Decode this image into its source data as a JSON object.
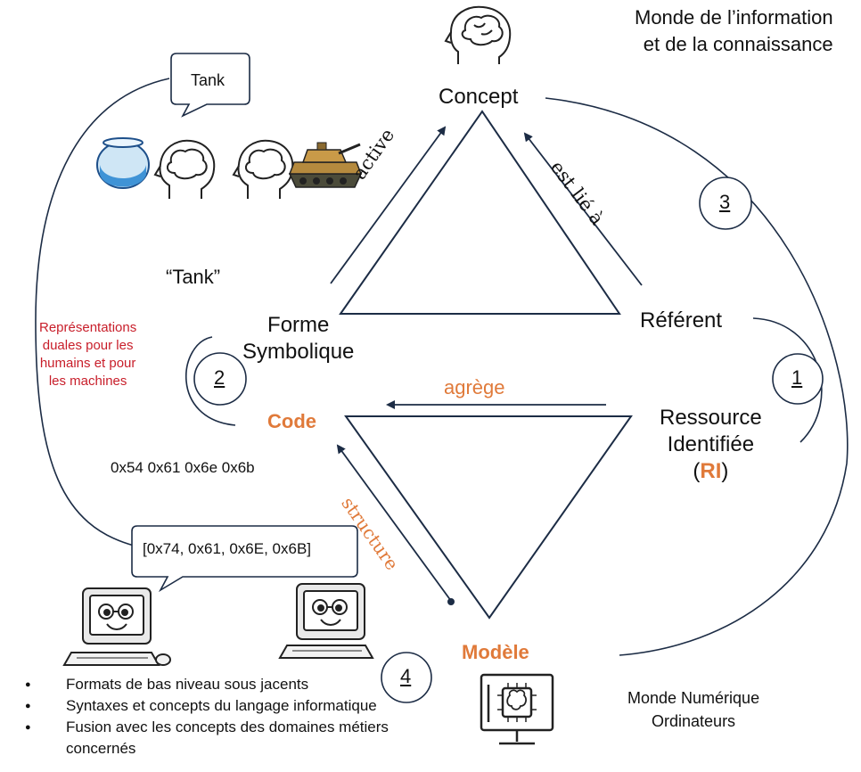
{
  "world_info": [
    "Monde de l’information",
    "et de la connaissance"
  ],
  "world_digital": [
    "Monde Numérique",
    "Ordinateurs"
  ],
  "concept": "Concept",
  "forme_symbolique": [
    "Forme",
    "Symbolique"
  ],
  "referent": "Référent",
  "tank_quoted": "“Tank”",
  "tank_bubble": "Tank",
  "hex_bubble": "[0x74, 0x61, 0x6E, 0x6B]",
  "hex_plain": "0x54 0x61 0x6e 0x6b",
  "code": "Code",
  "modele": "Modèle",
  "ressource": [
    "Ressource",
    "Identifiée"
  ],
  "ri": "RI",
  "representations": [
    "Représentations",
    "duales pour les",
    "humains et pour",
    "les machines"
  ],
  "arrow_labels": {
    "active": "active",
    "est_lie_a": "est lié à",
    "agrege": "agrège",
    "structure": "structure"
  },
  "circles": [
    "1",
    "2",
    "3",
    "4"
  ],
  "bullets": [
    "Formats de bas niveau sous jacents",
    "Syntaxes et concepts du langage informatique",
    "Fusion avec les concepts des domaines métiers concernés"
  ],
  "colors": {
    "orange": "#e07a3a",
    "red": "#c81e2a",
    "navy": "#1c2c45"
  },
  "icons": [
    "head-brain-icon",
    "fishbowl-icon",
    "tank-icon",
    "computer-mascot-icon",
    "monitor-chip-icon"
  ]
}
